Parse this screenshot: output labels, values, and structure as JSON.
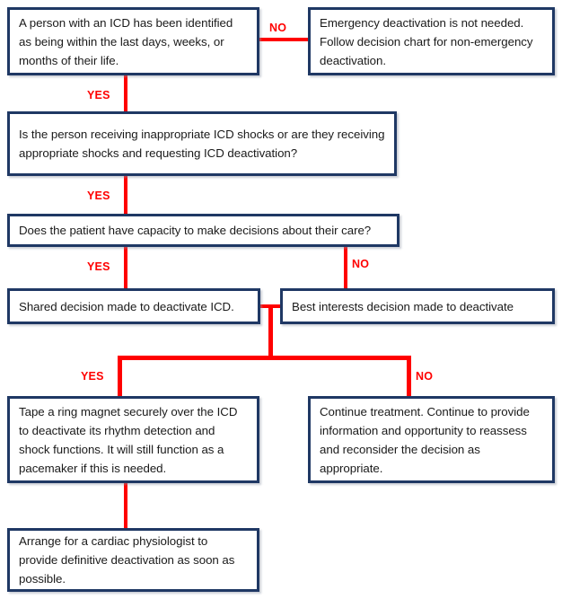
{
  "diagram": {
    "title": "ICD emergency deactivation decision flowchart",
    "colors": {
      "box_border": "#1F3864",
      "connector": "#FF0000",
      "label_text": "#FF0000",
      "box_fill": "#FFFFFF",
      "body_text": "#1A1A1A"
    },
    "nodes": [
      {
        "id": "n1",
        "text": "A person with an ICD has been identified as being within the last days, weeks, or months of their life."
      },
      {
        "id": "n2",
        "text": "Emergency deactivation is not needed. Follow decision chart for non-emergency deactivation."
      },
      {
        "id": "n3",
        "text": "Is the person receiving inappropriate ICD shocks or are they receiving appropriate shocks and requesting ICD deactivation?"
      },
      {
        "id": "n4",
        "text": "Does the patient have capacity to make decisions about their care?"
      },
      {
        "id": "n5",
        "text": "Shared decision made to deactivate ICD."
      },
      {
        "id": "n6",
        "text": "Best interests decision made to deactivate"
      },
      {
        "id": "n7",
        "text": "Tape a ring magnet securely over the ICD to deactivate its rhythm detection and shock functions. It will still function as a pacemaker if this is needed."
      },
      {
        "id": "n8",
        "text": "Continue treatment. Continue to provide information and opportunity to reassess and reconsider the decision as appropriate."
      },
      {
        "id": "n9",
        "text": "Arrange for a cardiac physiologist to provide definitive deactivation as soon as possible."
      }
    ],
    "edge_labels": [
      {
        "id": "e1",
        "text": "NO"
      },
      {
        "id": "e2",
        "text": "YES"
      },
      {
        "id": "e3",
        "text": "YES"
      },
      {
        "id": "e4",
        "text": "YES"
      },
      {
        "id": "e5",
        "text": "NO"
      },
      {
        "id": "e6",
        "text": "YES"
      },
      {
        "id": "e7",
        "text": "NO"
      }
    ]
  }
}
